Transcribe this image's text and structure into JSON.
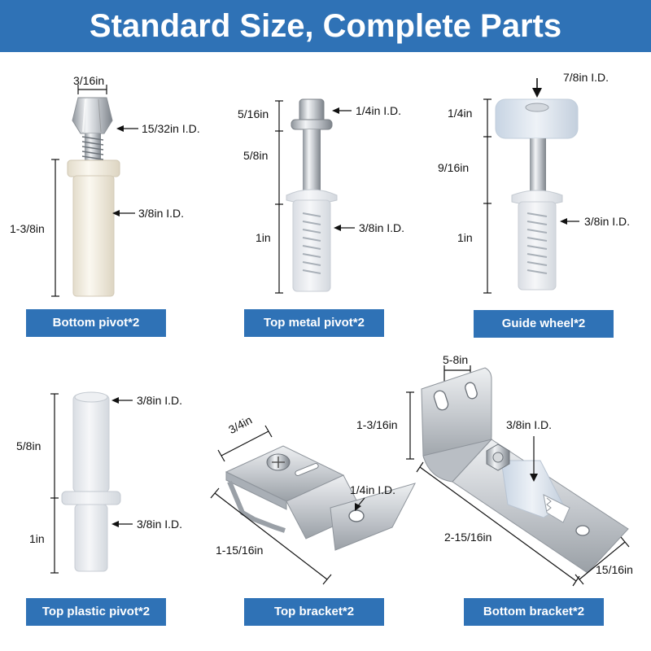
{
  "title": "Standard Size, Complete Parts",
  "colors": {
    "banner": "#2f72b6",
    "text_on_banner": "#ffffff"
  },
  "parts": {
    "bottom_pivot": {
      "caption": "Bottom pivot*2",
      "width_label": "3/16in",
      "head_id": "15/32in I.D.",
      "height_label": "1-3/8in",
      "sleeve_id": "3/8in I.D."
    },
    "top_metal_pivot": {
      "caption": "Top metal pivot*2",
      "cap_height": "5/16in",
      "cap_id": "1/4in I.D.",
      "shaft_height": "5/8in",
      "sleeve_height": "1in",
      "sleeve_id": "3/8in I.D."
    },
    "guide_wheel": {
      "caption": "Guide wheel*2",
      "wheel_id": "7/8in I.D.",
      "wheel_height": "1/4in",
      "shaft_height": "9/16in",
      "sleeve_height": "1in",
      "sleeve_id": "3/8in I.D."
    },
    "top_plastic_pivot": {
      "caption": "Top plastic pivot*2",
      "top_id": "3/8in I.D.",
      "top_height": "5/8in",
      "bottom_height": "1in",
      "bottom_id": "3/8in I.D."
    },
    "top_bracket": {
      "caption": "Top bracket*2",
      "width_label": "3/4in",
      "hole_id": "1/4in I.D.",
      "length_label": "1-15/16in"
    },
    "bottom_bracket": {
      "caption": "Bottom bracket*2",
      "slot_label": "5-8in",
      "height_label": "1-3/16in",
      "hole_id": "3/8in I.D.",
      "length_label": "2-15/16in",
      "width_label": "15/16in"
    }
  },
  "icons": [
    "dimension-arrow-icon",
    "leader-arrow-icon"
  ]
}
